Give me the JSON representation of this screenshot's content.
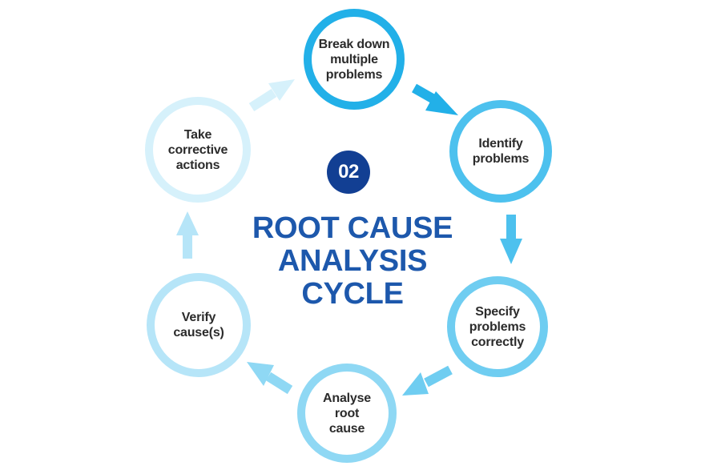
{
  "colors": {
    "step1": "#22b0e8",
    "step2": "#4dc1ee",
    "step3": "#6fcdf1",
    "step4": "#8fd8f4",
    "step5": "#b6e5f8",
    "step6": "#d6f1fb",
    "badge": "#123f93",
    "title": "#1d58ac"
  },
  "badge": "02",
  "title": "ROOT CAUSE\nANALYSIS\nCYCLE",
  "steps": [
    {
      "label": "Break down\nmultiple\nproblems"
    },
    {
      "label": "Identify\nproblems"
    },
    {
      "label": "Specify\nproblems\ncorrectly"
    },
    {
      "label": "Analyse\nroot\ncause"
    },
    {
      "label": "Verify\ncause(s)"
    },
    {
      "label": "Take\ncorrective\nactions"
    }
  ]
}
